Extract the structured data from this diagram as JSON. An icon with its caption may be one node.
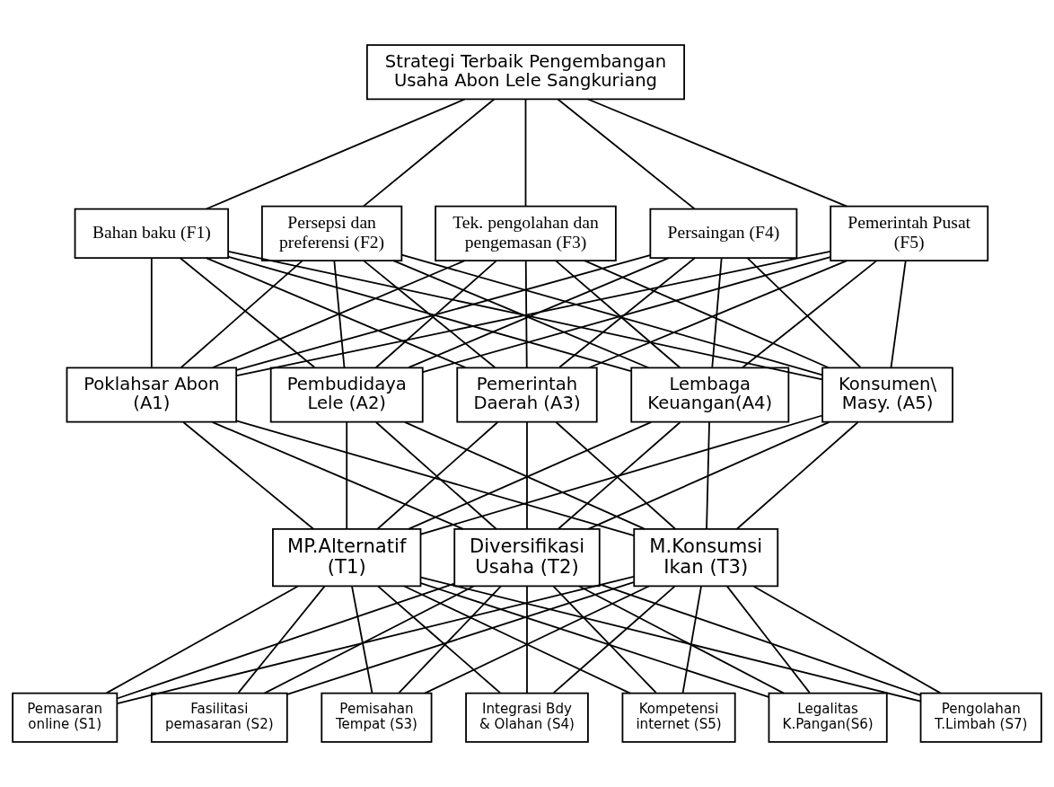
{
  "diagram": {
    "nodes": [
      {
        "text": [
          "Strategi Terbaik Pengembangan Usaha Abon Lele Sangkuriang"
        ]
      },
      {
        "text": [
          "Bahan baku (F1)"
        ]
      },
      {
        "text": [
          "Persepsi dan preferensi (F2)"
        ]
      },
      {
        "text": [
          "Tek. pengolahan dan pengemasan (F3)"
        ]
      },
      {
        "text": [
          "Persaingan (F4)"
        ]
      },
      {
        "text": [
          "Pemerintah Pusat (F5)"
        ]
      },
      {
        "text": [
          "Poklahsar Abon (A1)"
        ]
      },
      {
        "text": [
          "Pembudidaya Lele (A2)"
        ]
      },
      {
        "text": [
          "Pemerintah Daerah (A3)"
        ]
      },
      {
        "text": [
          "Lembaga Keuangan(A4)"
        ]
      },
      {
        "text": [
          "Konsumen\\ Masy. (A5)"
        ]
      },
      {
        "text": [
          "MP.Alternatif (T1)"
        ]
      },
      {
        "text": [
          "Diversifikasi Usaha (T2)"
        ]
      },
      {
        "text": [
          "M.Konsumsi Ikan (T3)"
        ]
      },
      {
        "text": [
          "Pemasaran online (S1)"
        ]
      },
      {
        "text": [
          "Fasilitasi pemasaran (S2)"
        ]
      },
      {
        "text": [
          "Pemisahan Tempat (S3)"
        ]
      },
      {
        "text": [
          "Integrasi Bdy & Olahan (S4)"
        ]
      },
      {
        "text": [
          "Kompetensi internet (S5)"
        ]
      },
      {
        "text": [
          "Legalitas K.Pangan(S6)"
        ]
      },
      {
        "text": [
          "Pengolahan T.Limbah (S7)"
        ]
      }
    ],
    "edges": [
      {
        "from": 0,
        "to": 1,
        "arrow": "none"
      },
      {
        "from": 0,
        "to": 2,
        "arrow": "none"
      },
      {
        "from": 0,
        "to": 3,
        "arrow": "none"
      },
      {
        "from": 0,
        "to": 4,
        "arrow": "none"
      },
      {
        "from": 0,
        "to": 5,
        "arrow": "none"
      },
      {
        "from": 1,
        "to": 6,
        "arrow": "none"
      },
      {
        "from": 1,
        "to": 7,
        "arrow": "none"
      },
      {
        "from": 1,
        "to": 8,
        "arrow": "none"
      },
      {
        "from": 1,
        "to": 9,
        "arrow": "none"
      },
      {
        "from": 1,
        "to": 10,
        "arrow": "none"
      },
      {
        "from": 2,
        "to": 6,
        "arrow": "none"
      },
      {
        "from": 2,
        "to": 7,
        "arrow": "none"
      },
      {
        "from": 2,
        "to": 8,
        "arrow": "none"
      },
      {
        "from": 2,
        "to": 9,
        "arrow": "none"
      },
      {
        "from": 2,
        "to": 10,
        "arrow": "none"
      },
      {
        "from": 3,
        "to": 6,
        "arrow": "none"
      },
      {
        "from": 3,
        "to": 7,
        "arrow": "none"
      },
      {
        "from": 3,
        "to": 8,
        "arrow": "none"
      },
      {
        "from": 3,
        "to": 9,
        "arrow": "none"
      },
      {
        "from": 3,
        "to": 10,
        "arrow": "none"
      },
      {
        "from": 4,
        "to": 6,
        "arrow": "none"
      },
      {
        "from": 4,
        "to": 7,
        "arrow": "none"
      },
      {
        "from": 4,
        "to": 8,
        "arrow": "none"
      },
      {
        "from": 4,
        "to": 9,
        "arrow": "none"
      },
      {
        "from": 4,
        "to": 10,
        "arrow": "none"
      },
      {
        "from": 5,
        "to": 6,
        "arrow": "none"
      },
      {
        "from": 5,
        "to": 7,
        "arrow": "none"
      },
      {
        "from": 5,
        "to": 8,
        "arrow": "none"
      },
      {
        "from": 5,
        "to": 9,
        "arrow": "none"
      },
      {
        "from": 5,
        "to": 10,
        "arrow": "none"
      },
      {
        "from": 6,
        "to": 11,
        "arrow": "none"
      },
      {
        "from": 6,
        "to": 12,
        "arrow": "none"
      },
      {
        "from": 6,
        "to": 13,
        "arrow": "none"
      },
      {
        "from": 7,
        "to": 11,
        "arrow": "none"
      },
      {
        "from": 7,
        "to": 12,
        "arrow": "none"
      },
      {
        "from": 7,
        "to": 13,
        "arrow": "none"
      },
      {
        "from": 8,
        "to": 11,
        "arrow": "none"
      },
      {
        "from": 8,
        "to": 12,
        "arrow": "none"
      },
      {
        "from": 8,
        "to": 13,
        "arrow": "none"
      },
      {
        "from": 9,
        "to": 11,
        "arrow": "none"
      },
      {
        "from": 9,
        "to": 12,
        "arrow": "none"
      },
      {
        "from": 9,
        "to": 13,
        "arrow": "none"
      },
      {
        "from": 10,
        "to": 11,
        "arrow": "none"
      },
      {
        "from": 10,
        "to": 12,
        "arrow": "none"
      },
      {
        "from": 10,
        "to": 13,
        "arrow": "none"
      },
      {
        "from": 11,
        "to": 14,
        "arrow": "none"
      },
      {
        "from": 11,
        "to": 15,
        "arrow": "none"
      },
      {
        "from": 11,
        "to": 16,
        "arrow": "none"
      },
      {
        "from": 11,
        "to": 17,
        "arrow": "none"
      },
      {
        "from": 11,
        "to": 18,
        "arrow": "none"
      },
      {
        "from": 11,
        "to": 19,
        "arrow": "none"
      },
      {
        "from": 11,
        "to": 20,
        "arrow": "none"
      },
      {
        "from": 12,
        "to": 14,
        "arrow": "none"
      },
      {
        "from": 12,
        "to": 15,
        "arrow": "none"
      },
      {
        "from": 12,
        "to": 16,
        "arrow": "none"
      },
      {
        "from": 12,
        "to": 17,
        "arrow": "none"
      },
      {
        "from": 12,
        "to": 18,
        "arrow": "none"
      },
      {
        "from": 12,
        "to": 19,
        "arrow": "none"
      },
      {
        "from": 12,
        "to": 20,
        "arrow": "none"
      },
      {
        "from": 13,
        "to": 14,
        "arrow": "none"
      },
      {
        "from": 13,
        "to": 15,
        "arrow": "none"
      },
      {
        "from": 13,
        "to": 16,
        "arrow": "none"
      },
      {
        "from": 13,
        "to": 17,
        "arrow": "none"
      },
      {
        "from": 13,
        "to": 18,
        "arrow": "none"
      },
      {
        "from": 13,
        "to": 19,
        "arrow": "none"
      },
      {
        "from": 13,
        "to": 20,
        "arrow": "none"
      }
    ]
  }
}
